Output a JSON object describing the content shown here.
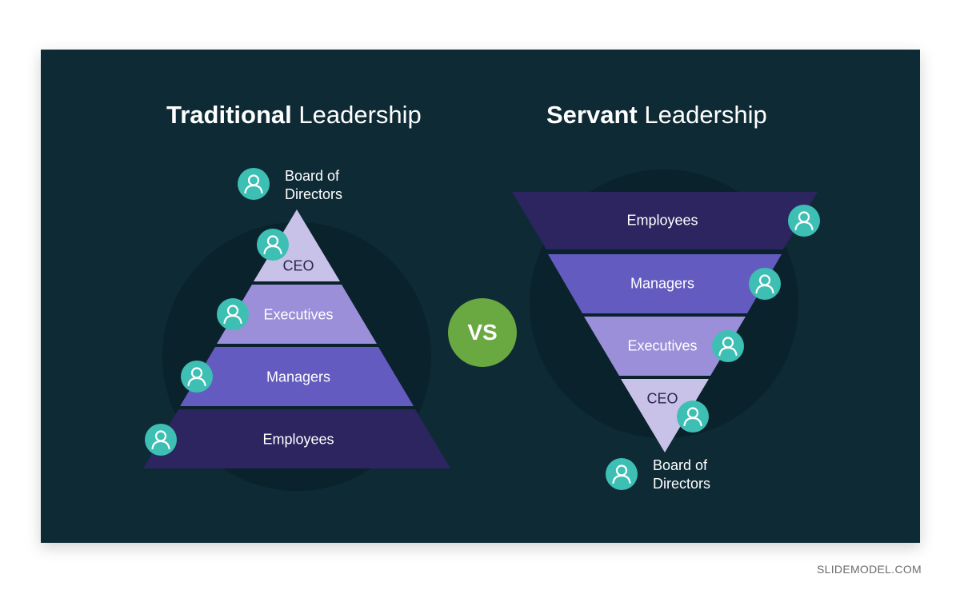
{
  "traditional": {
    "title_bold": "Traditional",
    "title_rest": "Leadership",
    "levels": [
      "CEO",
      "Executives",
      "Managers",
      "Employees"
    ],
    "top_label_line1": "Board of",
    "top_label_line2": "Directors"
  },
  "servant": {
    "title_bold": "Servant",
    "title_rest": "Leadership",
    "levels": [
      "Employees",
      "Managers",
      "Executives",
      "CEO"
    ],
    "bottom_label_line1": "Board of",
    "bottom_label_line2": "Directors"
  },
  "vs_label": "VS",
  "footer": "SLIDEMODEL.COM",
  "colors": {
    "background": "#0d2a35",
    "circle": "#0a222b",
    "level_light": "#c9c2e8",
    "level_mid": "#9a8fd8",
    "level_strong": "#635bbf",
    "level_dark": "#2c2560",
    "icon": "#3dbfb3",
    "vs": "#6aa841"
  },
  "icons": [
    "person-icon"
  ]
}
